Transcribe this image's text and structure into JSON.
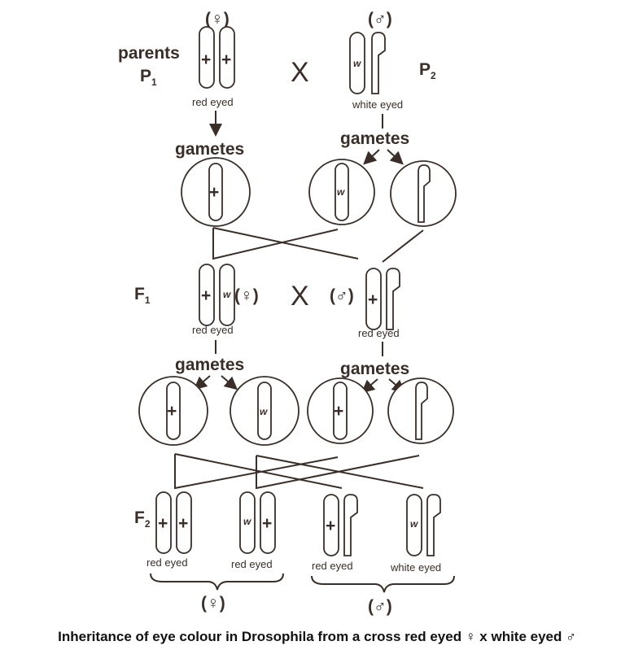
{
  "labels": {
    "parents": "parents",
    "p1": "P",
    "p1_sub": "1",
    "p2": "P",
    "p2_sub": "2",
    "f1": "F",
    "f1_sub": "1",
    "f2": "F",
    "f2_sub": "2",
    "cross": "X",
    "gametes": "gametes",
    "red_eyed": "red eyed",
    "white_eyed": "white eyed",
    "plus": "+",
    "w": "w",
    "female": "(♀)",
    "male": "(♂)"
  },
  "f2_phenotypes": [
    "red eyed",
    "red eyed",
    "red eyed",
    "white eyed"
  ],
  "caption": "Inheritance of eye colour in Drosophila from a cross red eyed ♀ x white eyed ♂"
}
